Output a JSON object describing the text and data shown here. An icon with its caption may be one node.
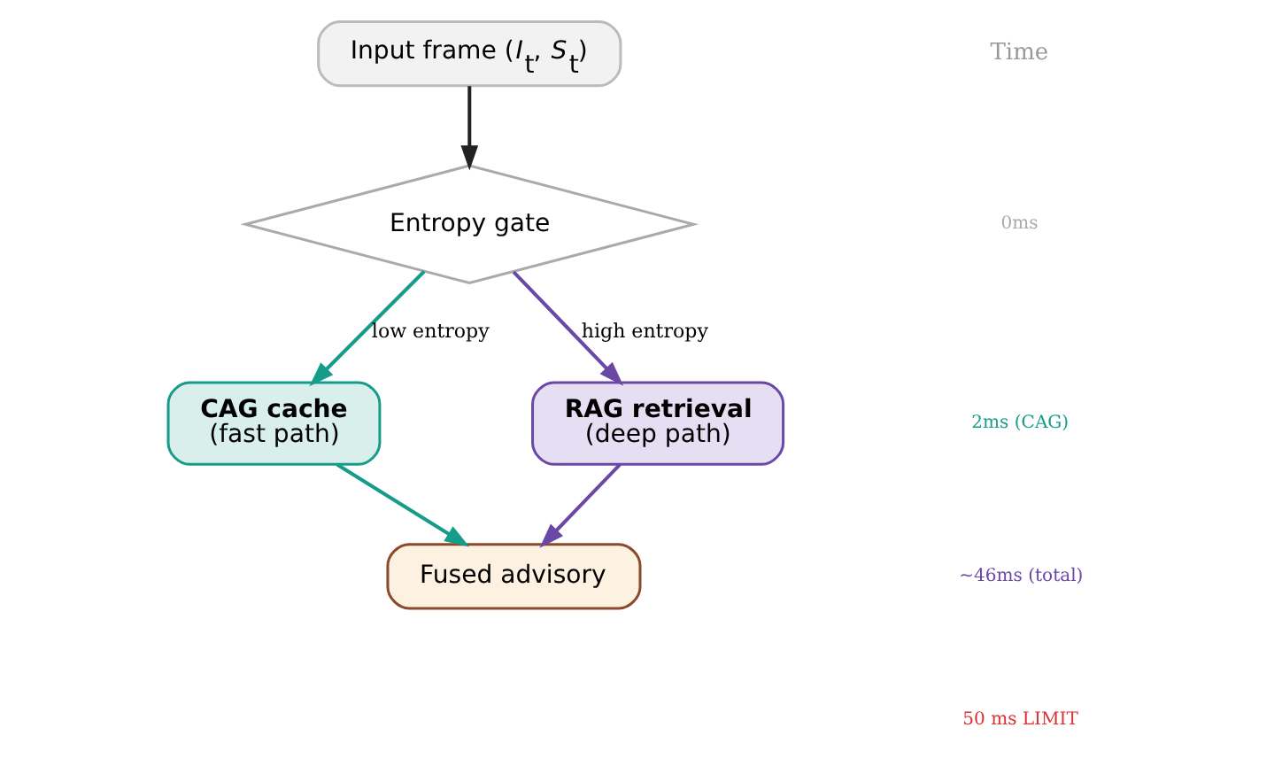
{
  "diagram": {
    "nodes": [
      {
        "text": [
          "Input frame (*I*$_{t}$, *S*$_{t}$)"
        ]
      },
      {
        "text": [
          "Entropy gate"
        ]
      },
      {
        "text": [
          "CAG cache",
          "(fast path)"
        ]
      },
      {
        "text": [
          "RAG retrieval",
          "(deep path)"
        ]
      },
      {
        "text": [
          "Fused advisory"
        ]
      }
    ],
    "edges": [
      {
        "from": 0,
        "to": 1,
        "arrow": "to",
        "color": "#222222"
      },
      {
        "from": 1,
        "to": 2,
        "arrow": "to",
        "label": "low entropy",
        "color": "#169c8a"
      },
      {
        "from": 1,
        "to": 3,
        "arrow": "to",
        "label": "high entropy",
        "color": "#6a48a6"
      },
      {
        "from": 2,
        "to": 4,
        "arrow": "to",
        "color": "#169c8a"
      },
      {
        "from": 3,
        "to": 4,
        "arrow": "to",
        "color": "#6a48a6"
      }
    ],
    "labels": [
      "Time",
      "0ms",
      "2ms (CAG)",
      "~46ms (total)",
      "50 ms LIMIT"
    ]
  }
}
